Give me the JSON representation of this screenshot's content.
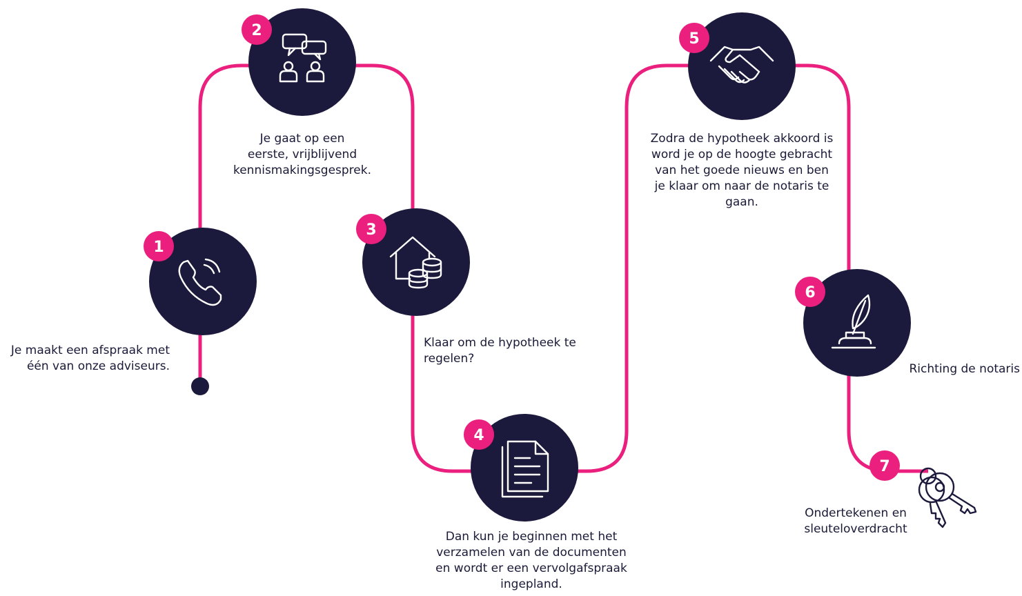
{
  "colors": {
    "path": "#ea1f7e",
    "circle": "#1c1a3c",
    "badge": "#ea1f7e",
    "text": "#1a1a38"
  },
  "steps": [
    {
      "number": "1",
      "icon": "phone-icon",
      "text": [
        "Je maakt een afspraak met",
        "één van onze adviseurs."
      ]
    },
    {
      "number": "2",
      "icon": "conversation-icon",
      "text": [
        "Je gaat op een",
        "eerste, vrijblijvend",
        "kennismakingsgesprek."
      ]
    },
    {
      "number": "3",
      "icon": "house-coins-icon",
      "text": [
        "Klaar om de hypotheek te",
        "regelen?"
      ]
    },
    {
      "number": "4",
      "icon": "document-icon",
      "text": [
        "Dan kun je beginnen met het",
        "verzamelen van de documenten",
        "en wordt er een vervolgafspraak",
        "ingepland."
      ]
    },
    {
      "number": "5",
      "icon": "handshake-icon",
      "text": [
        "Zodra de hypotheek akkoord is",
        "word je op de hoogte gebracht",
        "van het goede nieuws en ben",
        "je klaar om naar de notaris te",
        "gaan."
      ]
    },
    {
      "number": "6",
      "icon": "quill-inkpot-icon",
      "text": [
        "Richting de notaris"
      ]
    },
    {
      "number": "7",
      "icon": "keys-icon",
      "text": [
        "Ondertekenen en",
        "sleuteloverdracht"
      ]
    }
  ]
}
